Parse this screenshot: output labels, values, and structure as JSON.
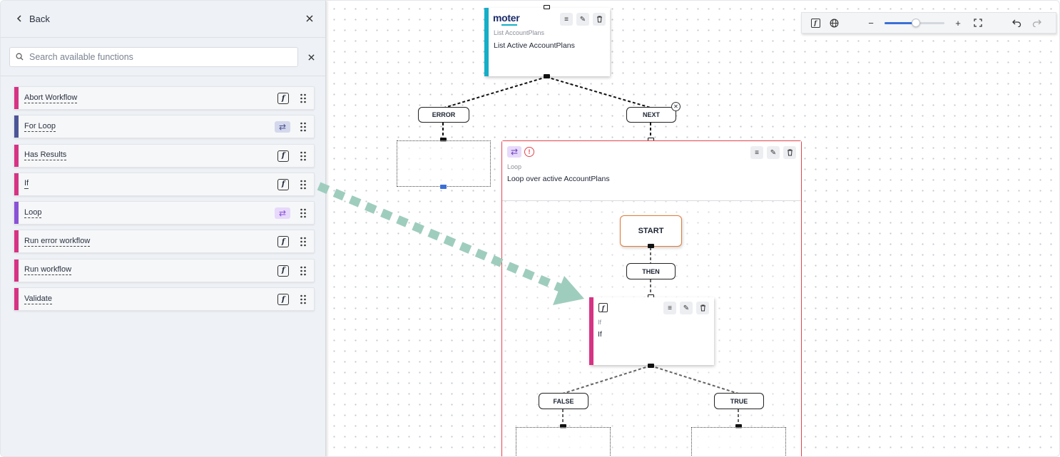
{
  "sidebar": {
    "back_label": "Back",
    "search_placeholder": "Search available functions",
    "functions": [
      {
        "label": "Abort Workflow",
        "icon": "function-icon",
        "color": "#d63384"
      },
      {
        "label": "For Loop",
        "icon": "loop-icon",
        "color": "#4c5595"
      },
      {
        "label": "Has Results",
        "icon": "function-icon",
        "color": "#d63384"
      },
      {
        "label": "If",
        "icon": "function-icon",
        "color": "#d63384"
      },
      {
        "label": "Loop",
        "icon": "loop-icon",
        "color": "#8a52d6"
      },
      {
        "label": "Run error workflow",
        "icon": "function-icon",
        "color": "#d63384"
      },
      {
        "label": "Run workflow",
        "icon": "function-icon",
        "color": "#d63384"
      },
      {
        "label": "Validate",
        "icon": "function-icon",
        "color": "#d63384"
      }
    ]
  },
  "canvas": {
    "list_node": {
      "logo": "moter",
      "subtitle": "List AccountPlans",
      "title": "List Active AccountPlans",
      "accent": "#14aec8"
    },
    "branch_error": "ERROR",
    "branch_next": "NEXT",
    "loop_node": {
      "subtitle": "Loop",
      "title": "Loop over active AccountPlans",
      "accent": "#e0454f"
    },
    "start_label": "START",
    "branch_then": "THEN",
    "if_node": {
      "subtitle": "If",
      "title": "If",
      "accent": "#d63384"
    },
    "branch_false": "FALSE",
    "branch_true": "TRUE"
  },
  "colors": {
    "drag_arrow": "#9fcdbd",
    "function_accent": "#d63384",
    "loop_accent": "#8a52d6"
  }
}
